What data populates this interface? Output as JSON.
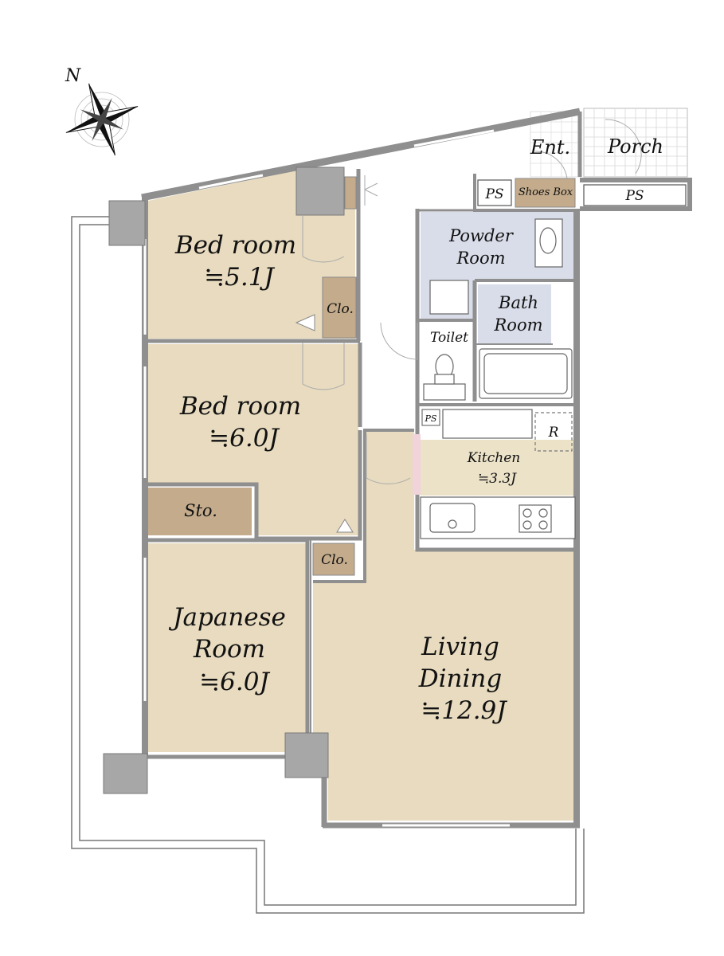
{
  "colors": {
    "room_tan": "#e8dbbf",
    "storage_brown": "#c3ab8c",
    "wet_area_blue": "#d9dde9",
    "kitchen_tan": "#ece2c8",
    "wall_gray": "#8f8f8f",
    "column_gray": "#a7a7a7",
    "glass_pink": "#f1d3dc",
    "porch_grid": "#cfcfcf"
  },
  "compass": {
    "north_label": "N",
    "icon": "compass-rose-icon"
  },
  "rooms": {
    "bedroom1": {
      "name": "Bed room",
      "size": "≒5.1J"
    },
    "bedroom2": {
      "name": "Bed room",
      "size": "≒6.0J"
    },
    "japanese": {
      "line1": "Japanese",
      "line2": "Room",
      "size": "≒6.0J"
    },
    "living": {
      "line1": "Living",
      "line2": "Dining",
      "size": "≒12.9J"
    },
    "kitchen": {
      "name": "Kitchen",
      "size": "≒3.3J"
    },
    "powder": {
      "line1": "Powder",
      "line2": "Room"
    },
    "bath": {
      "line1": "Bath",
      "line2": "Room"
    },
    "toilet": {
      "name": "Toilet"
    },
    "entrance": {
      "name": "Ent."
    },
    "porch": {
      "name": "Porch"
    }
  },
  "storage": {
    "closet1": "Clo.",
    "closet2": "Clo.",
    "storage": "Sto.",
    "shoes_box": "Shoes Box",
    "ps_entry": "PS",
    "ps_porch": "PS",
    "ps_kitchen": "PS",
    "refrigerator": "R"
  }
}
